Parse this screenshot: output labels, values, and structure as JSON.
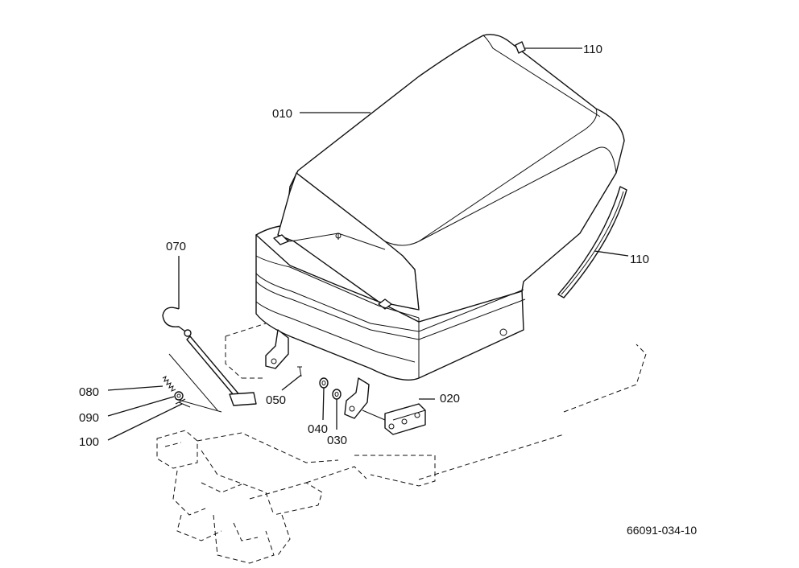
{
  "drawing_number": "66091-034-10",
  "callouts": {
    "c010": "010",
    "c110a": "110",
    "c110b": "110",
    "c070": "070",
    "c080": "080",
    "c090": "090",
    "c100": "100",
    "c050": "050",
    "c040": "040",
    "c030": "030",
    "c020": "020"
  }
}
